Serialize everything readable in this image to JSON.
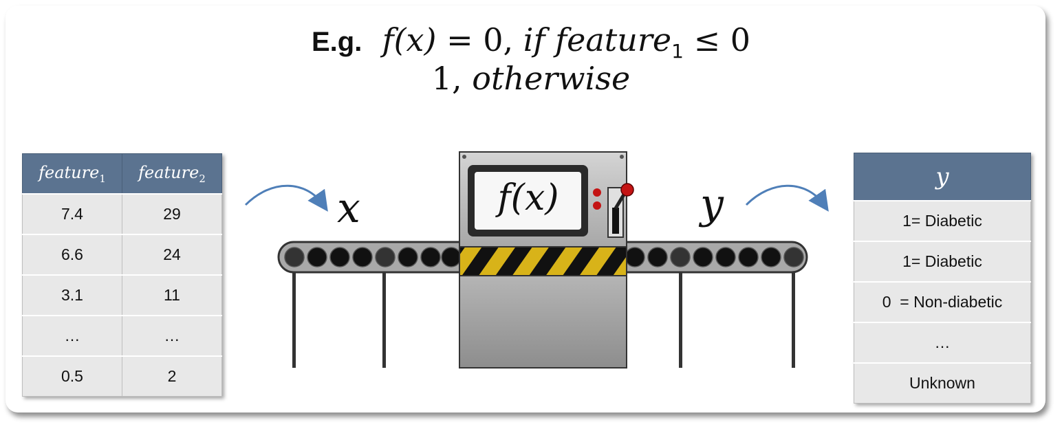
{
  "formula": {
    "prefix": "E.g.",
    "line1_lhs": "f(x)",
    "line1_eq": " = 0, ",
    "line1_if": "if feature",
    "line1_sub": "1",
    "line1_rel": " ≤ 0",
    "line2_val": "1, ",
    "line2_word": "otherwise"
  },
  "input_table": {
    "headers": [
      {
        "name": "feature",
        "sub": "1"
      },
      {
        "name": "feature",
        "sub": "2"
      }
    ],
    "rows": [
      [
        "7.4",
        "29"
      ],
      [
        "6.6",
        "24"
      ],
      [
        "3.1",
        "11"
      ],
      [
        "…",
        "…"
      ],
      [
        "0.5",
        "2"
      ]
    ]
  },
  "labels": {
    "x": "x",
    "y": "y",
    "machine_screen": "f(x)"
  },
  "output_table": {
    "header": "y",
    "rows": [
      "1= Diabetic",
      "1= Diabetic",
      "0  = Non-diabetic",
      "…",
      "Unknown"
    ]
  },
  "colors": {
    "table_header": "#5b7390",
    "cell_bg": "#e8e8e8",
    "arrow": "#4f7fb8",
    "hazard_yellow": "#d8b319",
    "knob_red": "#c41414"
  }
}
